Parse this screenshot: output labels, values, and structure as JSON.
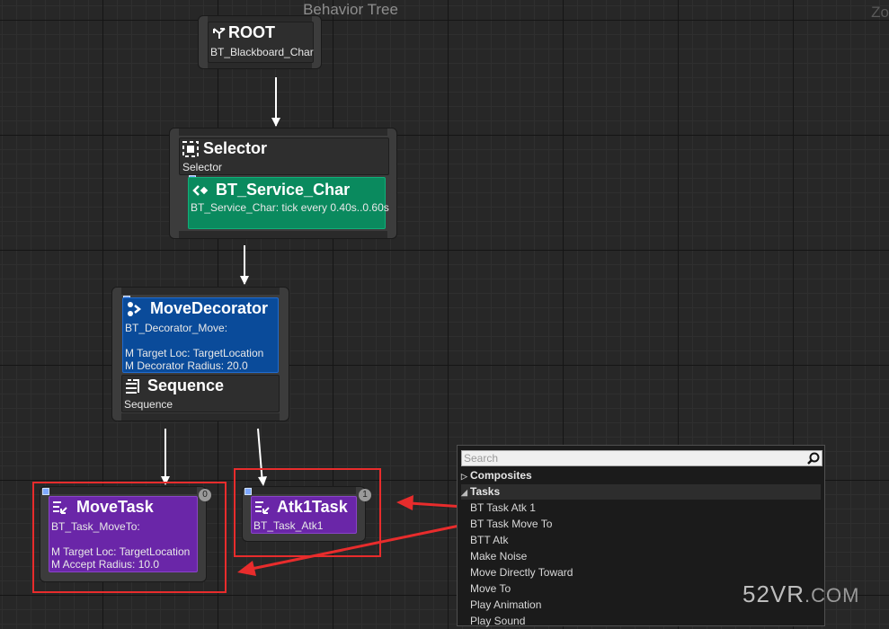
{
  "graph": {
    "title": "Behavior Tree",
    "zoom_label": "Zo"
  },
  "root": {
    "title": "ROOT",
    "subtitle": "BT_Blackboard_Char"
  },
  "selector": {
    "title": "Selector",
    "subtitle": "Selector",
    "service": {
      "title": "BT_Service_Char",
      "subtitle": "BT_Service_Char: tick every 0.40s..0.60s"
    }
  },
  "sequence_node": {
    "decorator": {
      "title": "MoveDecorator",
      "lines": [
        "BT_Decorator_Move:",
        "",
        "M Target Loc: TargetLocation",
        "M Decorator Radius: 20.0"
      ]
    },
    "sequence": {
      "title": "Sequence",
      "subtitle": "Sequence"
    }
  },
  "move_task": {
    "title": "MoveTask",
    "order": "0",
    "lines": [
      "BT_Task_MoveTo:",
      "",
      "M Target Loc: TargetLocation",
      "M Accept Radius: 10.0"
    ]
  },
  "atk_task": {
    "title": "Atk1Task",
    "order": "1",
    "subtitle": "BT_Task_Atk1"
  },
  "palette": {
    "search_placeholder": "Search",
    "categories": [
      {
        "label": "Composites",
        "expanded": false
      },
      {
        "label": "Tasks",
        "expanded": true
      }
    ],
    "task_items": [
      "BT Task Atk 1",
      "BT Task Move To",
      "BTT Atk",
      "Make Noise",
      "Move Directly Toward",
      "Move To",
      "Play Animation",
      "Play Sound"
    ]
  },
  "watermark": {
    "text": "52VR",
    "suffix": ".COM"
  },
  "colors": {
    "service": "#0a8a5e",
    "decorator": "#0a4b9a",
    "task": "#6a26a8",
    "highlight": "#e82c2c"
  }
}
